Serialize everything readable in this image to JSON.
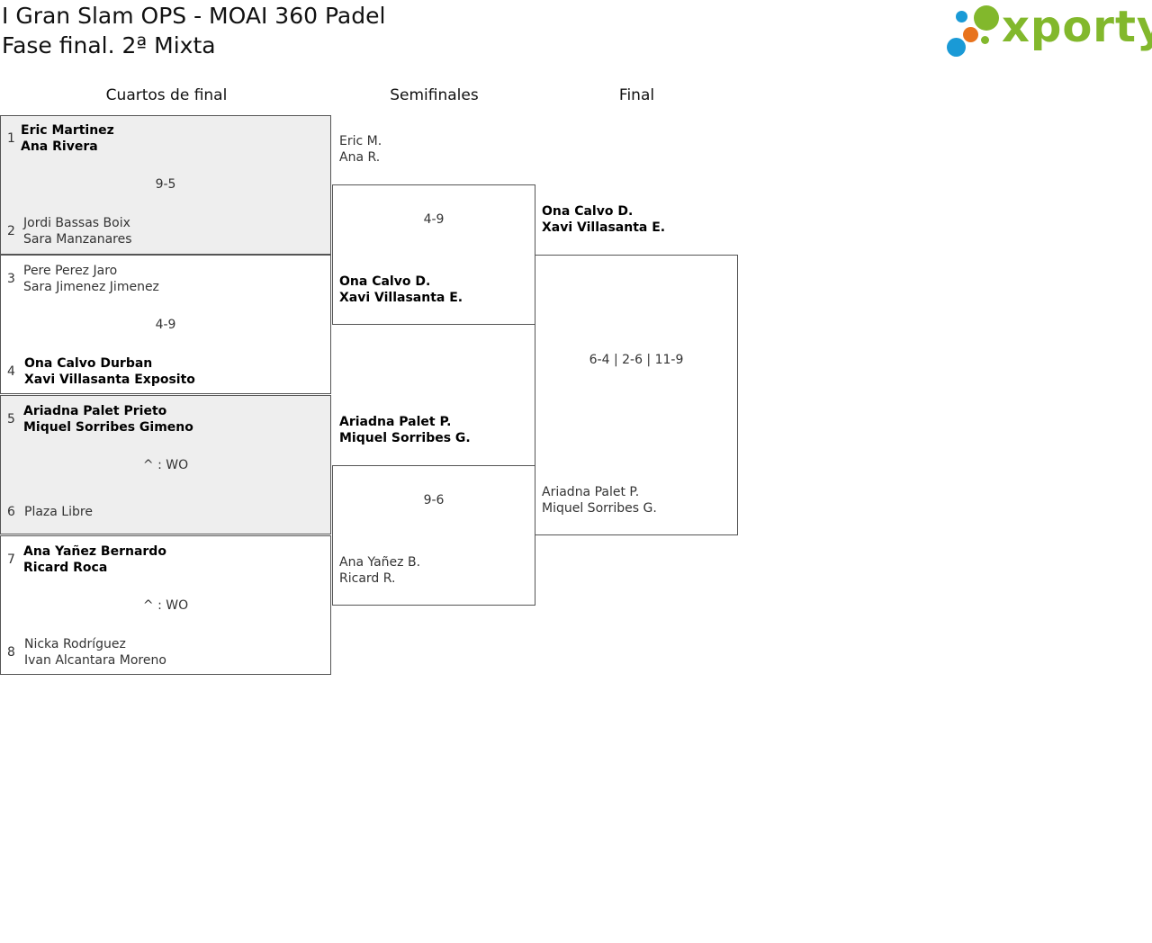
{
  "header": {
    "title_line1": "I Gran Slam OPS - MOAI 360 Padel",
    "title_line2": "Fase final. 2ª Mixta",
    "logo_text": "xporty",
    "logo_colors": [
      "#1a9ad6",
      "#e8731d",
      "#82b82c"
    ]
  },
  "rounds": {
    "quarters": "Cuartos de final",
    "semis": "Semifinales",
    "final": "Final"
  },
  "quarterfinals": [
    {
      "top": {
        "seed": "1",
        "p1": "Eric Martinez",
        "p2": "Ana Rivera"
      },
      "score": "9-5",
      "bottom": {
        "seed": "2",
        "p1": "Jordi Bassas Boix",
        "p2": "Sara Manzanares"
      }
    },
    {
      "top": {
        "seed": "3",
        "p1": "Pere Perez Jaro",
        "p2": "Sara Jimenez Jimenez"
      },
      "score": "4-9",
      "bottom": {
        "seed": "4",
        "p1": "Ona Calvo Durban",
        "p2": "Xavi Villasanta Exposito"
      }
    },
    {
      "top": {
        "seed": "5",
        "p1": "Ariadna Palet Prieto",
        "p2": "Miquel Sorribes Gimeno"
      },
      "score": "^ : WO",
      "bottom": {
        "seed": "6",
        "p1": "Plaza Libre",
        "p2": ""
      }
    },
    {
      "top": {
        "seed": "7",
        "p1": "Ana Yañez Bernardo",
        "p2": "Ricard Roca"
      },
      "score": "^ : WO",
      "bottom": {
        "seed": "8",
        "p1": "Nicka Rodríguez",
        "p2": "Ivan Alcantara Moreno"
      }
    }
  ],
  "semifinals": [
    {
      "top": {
        "p1": "Eric M.",
        "p2": "Ana R."
      },
      "score": "4-9",
      "bottom": {
        "p1": "Ona Calvo D.",
        "p2": "Xavi Villasanta E."
      }
    },
    {
      "top": {
        "p1": "Ariadna Palet P.",
        "p2": "Miquel Sorribes G."
      },
      "score": "9-6",
      "bottom": {
        "p1": "Ana Yañez B.",
        "p2": "Ricard R."
      }
    }
  ],
  "final": {
    "top": {
      "p1": "Ona Calvo D.",
      "p2": "Xavi Villasanta E."
    },
    "score": "6-4 | 2-6 | 11-9",
    "bottom": {
      "p1": "Ariadna Palet P.",
      "p2": "Miquel Sorribes G."
    }
  }
}
